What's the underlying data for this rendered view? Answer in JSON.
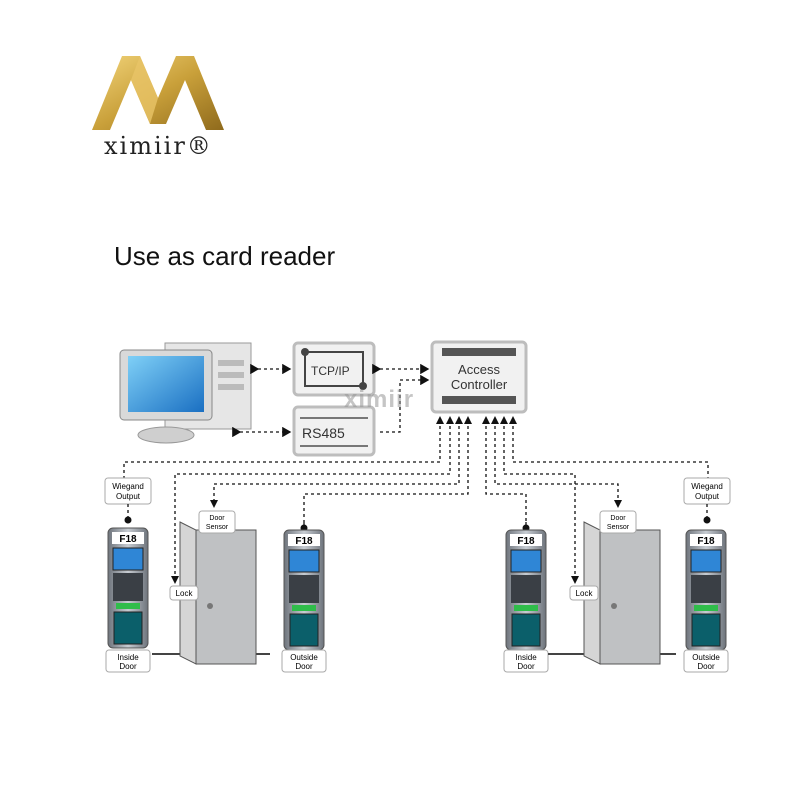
{
  "brand": {
    "name": "ximiir®",
    "watermark": "ximiir"
  },
  "heading": "Use as card reader",
  "network": {
    "tcpip_label": "TCP/IP",
    "rs485_label": "RS485",
    "controller_label_1": "Access",
    "controller_label_2": "Controller"
  },
  "left_door": {
    "wiegand_1": "Wiegand",
    "wiegand_2": "Output",
    "reader_inside_model": "F18",
    "reader_outside_model": "F18",
    "door_sensor_1": "Door",
    "door_sensor_2": "Sensor",
    "lock": "Lock",
    "inside_1": "Inside",
    "inside_2": "Door",
    "outside_1": "Outside",
    "outside_2": "Door"
  },
  "right_door": {
    "wiegand_1": "Wiegand",
    "wiegand_2": "Output",
    "reader_inside_model": "F18",
    "reader_outside_model": "F18",
    "door_sensor_1": "Door",
    "door_sensor_2": "Sensor",
    "lock": "Lock",
    "inside_1": "Inside",
    "inside_2": "Door",
    "outside_1": "Outside",
    "outside_2": "Door"
  },
  "colors": {
    "gold": "#c9a03a",
    "device_gray": "#9aa0a8",
    "screen_blue": "#2f86d6",
    "sensor_teal": "#0b5f6a"
  }
}
